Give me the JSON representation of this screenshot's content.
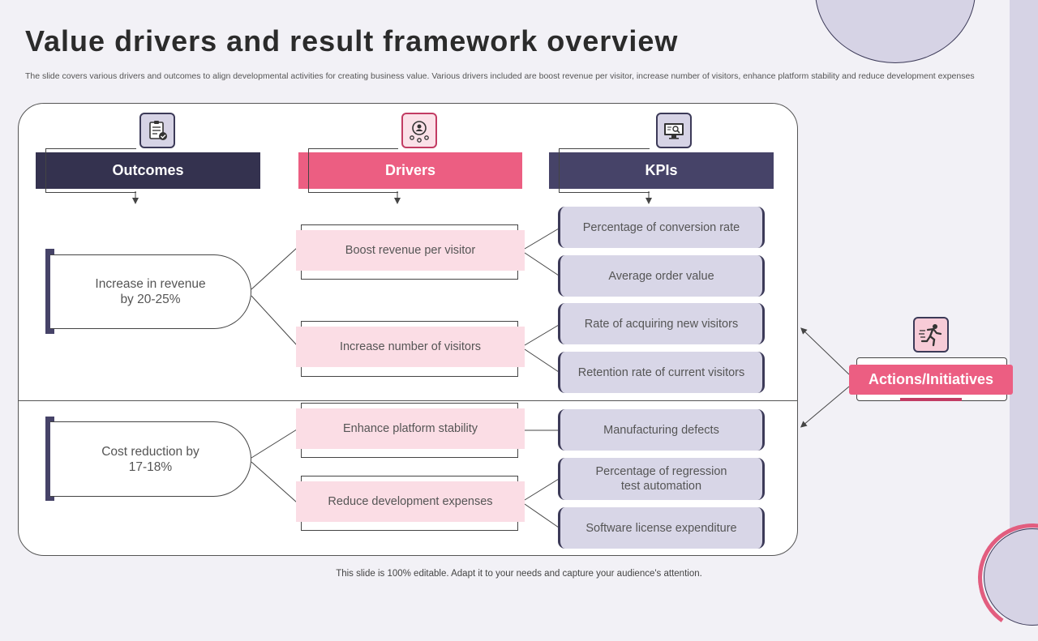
{
  "slide": {
    "title": "Value drivers and result framework overview",
    "subtitle": "The slide covers various drivers and outcomes to align developmental activities for creating business value. Various drivers included are boost revenue per visitor, increase number of visitors, enhance platform stability and reduce development expenses",
    "footer": "This slide is 100% editable. Adapt it to your needs and capture your audience's attention."
  },
  "columns": {
    "outcomes": "Outcomes",
    "drivers": "Drivers",
    "kpis": "KPIs"
  },
  "icons": {
    "outcomes": "clipboard-check-icon",
    "drivers": "user-network-icon",
    "kpis": "monitor-search-icon",
    "actions": "running-person-icon"
  },
  "colors": {
    "navy": "#34324f",
    "purple": "#464368",
    "pink": "#ec5e82",
    "light_pink": "#fbdde5",
    "lavender": "#d8d6e7"
  },
  "outcomes": [
    {
      "label": "Increase  in revenue\nby 20-25%",
      "drivers": [
        {
          "label": "Boost revenue per visitor",
          "kpis": [
            "Percentage of conversion rate",
            "Average order value"
          ]
        },
        {
          "label": "Increase number of visitors",
          "kpis": [
            "Rate of acquiring new visitors",
            "Retention rate of current visitors"
          ]
        }
      ]
    },
    {
      "label": "Cost reduction by\n17-18%",
      "drivers": [
        {
          "label": "Enhance platform stability",
          "kpis": [
            "Manufacturing defects"
          ]
        },
        {
          "label": "Reduce development expenses",
          "kpis": [
            "Percentage of regression\ntest automation",
            "Software license expenditure"
          ]
        }
      ]
    }
  ],
  "actions": {
    "label": "Actions/Initiatives"
  }
}
